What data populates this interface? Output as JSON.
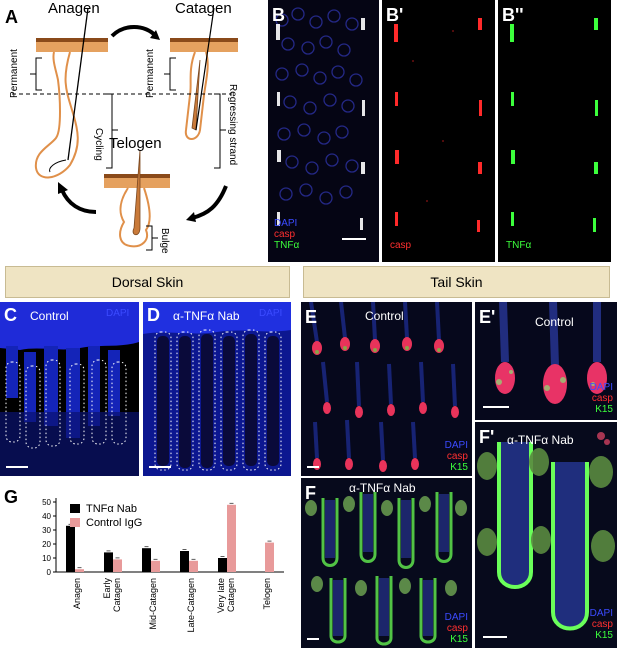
{
  "panel_a": {
    "label": "A",
    "stages": {
      "anagen": "Anagen",
      "catagen": "Catagen",
      "telogen": "Telogen"
    },
    "brackets": {
      "permanent_left": "Permanent",
      "cycling": "Cycling",
      "permanent_right": "Permanent",
      "regressing_strand": "Regressing strand",
      "bulge": "Bulge"
    }
  },
  "panel_b": {
    "labels": {
      "b": "B",
      "b1": "B'",
      "b2": "B''"
    },
    "channels_b": [
      "DAPI",
      "casp",
      "TNFα"
    ],
    "channel_b1": "casp",
    "channel_b2": "TNFα"
  },
  "banners": {
    "dorsal": "Dorsal Skin",
    "tail": "Tail Skin"
  },
  "panel_c": {
    "label": "C",
    "title": "Control",
    "channel": "DAPI"
  },
  "panel_d": {
    "label": "D",
    "title": "α-TNFα Nab",
    "channel": "DAPI"
  },
  "panel_e": {
    "label": "E",
    "title": "Control",
    "channels": [
      "DAPI",
      "casp",
      "K15"
    ]
  },
  "panel_e1": {
    "label": "E'",
    "title": "Control",
    "channels": [
      "DAPI",
      "casp",
      "K15"
    ]
  },
  "panel_f": {
    "label": "F",
    "title": "α-TNFα Nab",
    "channels": [
      "DAPI",
      "casp",
      "K15"
    ]
  },
  "panel_f1": {
    "label": "F'",
    "title": "α-TNFα Nab",
    "channels": [
      "DAPI",
      "casp",
      "K15"
    ]
  },
  "colors": {
    "dapi": "#3b4bff",
    "casp": "#ff3030",
    "tnf": "#3cff3c",
    "k15": "#3cff3c",
    "tan": "#d8904a",
    "banner": "#efe4c3"
  },
  "panel_g": {
    "label": "G",
    "chart_data": {
      "type": "bar",
      "categories": [
        "Anagen",
        "Early Catagen",
        "Mid-Catagen",
        "Late-Catagen",
        "Very late Catagen",
        "Telogen"
      ],
      "series": [
        {
          "name": "TNFα  Nab",
          "color": "#000000",
          "values": [
            33,
            14,
            17,
            15,
            10,
            0
          ]
        },
        {
          "name": "Control IgG",
          "color": "#e89a9a",
          "values": [
            2,
            9,
            8,
            8,
            48,
            21
          ]
        }
      ],
      "ylim": [
        0,
        50
      ],
      "yticks": [
        0,
        10,
        20,
        30,
        40,
        50
      ],
      "legend": "top-left",
      "xlabel": "",
      "ylabel": "",
      "title": ""
    }
  }
}
